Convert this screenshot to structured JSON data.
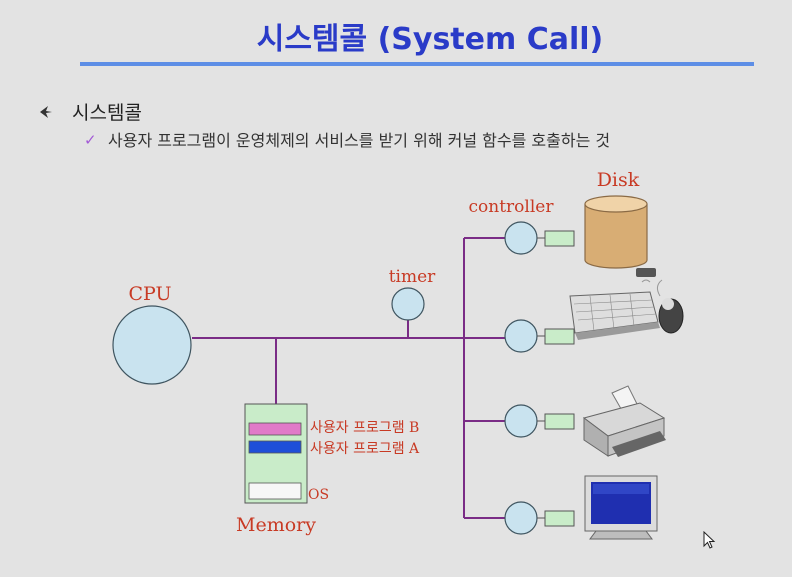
{
  "slide": {
    "title": "시스템콜 (System Call)",
    "bullet": "시스템콜",
    "sub_bullet": "사용자 프로그램이 운영체제의 서비스를 받기 위해 커널 함수를 호출하는 것"
  },
  "diagram": {
    "cpu_label": "CPU",
    "timer_label": "timer",
    "controller_label": "controller",
    "disk_label": "Disk",
    "memory_label": "Memory",
    "memory_slots": [
      "사용자 프로그램 B",
      "사용자 프로그램 A",
      "OS"
    ]
  },
  "colors": {
    "title": "#2a3bc8",
    "rule": "#5d8ee6",
    "bus": "#7a2c86",
    "circle_fill": "#c9e3ef",
    "box_fill": "#c9ecc9",
    "label_red": "#c83a24",
    "program_b": "#e07ac8",
    "program_a": "#1e4fd8"
  }
}
